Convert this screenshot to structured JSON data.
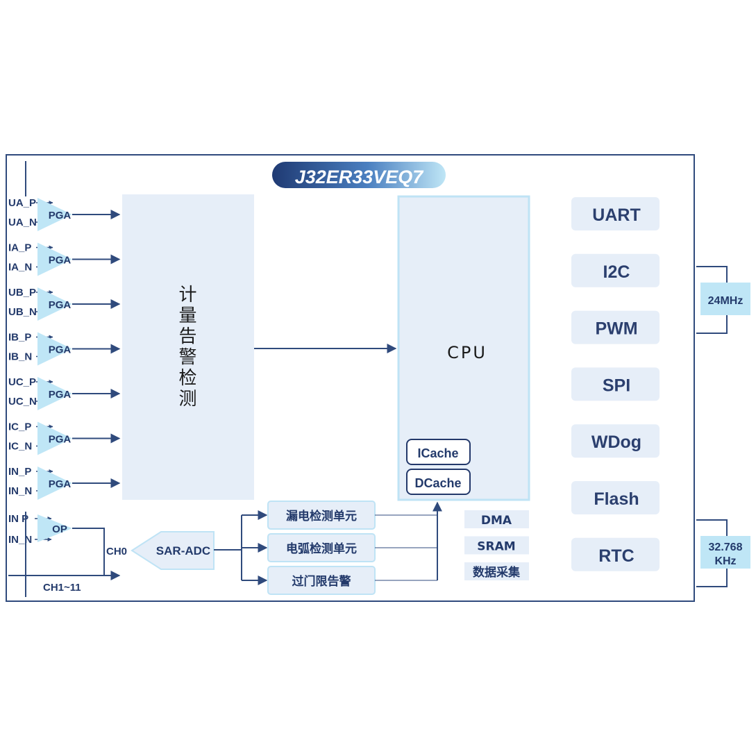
{
  "chip": {
    "name": "J32ER33VEQ7"
  },
  "inputs": [
    {
      "p": "UA_P",
      "n": "UA_N",
      "amp": "PGA"
    },
    {
      "p": "IA_P",
      "n": "IA_N",
      "amp": "PGA"
    },
    {
      "p": "UB_P",
      "n": "UB_N",
      "amp": "PGA"
    },
    {
      "p": "IB_P",
      "n": "IB_N",
      "amp": "PGA"
    },
    {
      "p": "UC_P",
      "n": "UC_N",
      "amp": "PGA"
    },
    {
      "p": "IC_P",
      "n": "IC_N",
      "amp": "PGA"
    },
    {
      "p": "IN_P",
      "n": "IN_N",
      "amp": "PGA"
    }
  ],
  "op_input": {
    "p": "IN P",
    "n": "IN_N",
    "amp": "OP"
  },
  "metering_block": {
    "label": "计量告警检测"
  },
  "cpu": {
    "label": "CPU",
    "icache": "ICache",
    "dcache": "DCache"
  },
  "adc": {
    "label": "SAR-ADC",
    "ch0": "CH0",
    "ch_range": "CH1~11"
  },
  "detect_units": [
    "漏电检测单元",
    "电弧检测单元",
    "过门限告警"
  ],
  "bus_blocks": [
    "DMA",
    "SRAM",
    "数据采集"
  ],
  "peripherals": [
    "UART",
    "I2C",
    "PWM",
    "SPI",
    "WDog",
    "Flash",
    "RTC"
  ],
  "clocks": {
    "main": "24MHz",
    "rtc_line1": "32.768",
    "rtc_line2": "KHz"
  }
}
